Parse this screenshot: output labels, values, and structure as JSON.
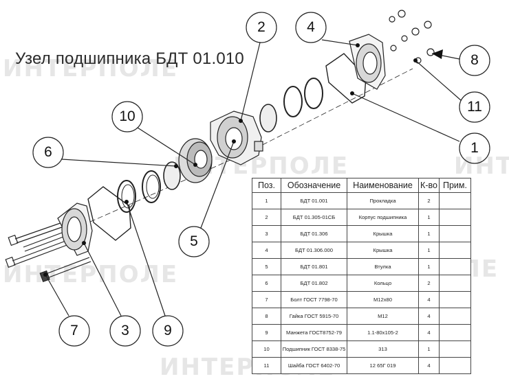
{
  "title": "Узел подшипника БДТ 01.010",
  "watermark": "ИНТЕРПОЛЕ",
  "callouts": [
    "2",
    "4",
    "8",
    "11",
    "10",
    "1",
    "6",
    "5",
    "7",
    "3",
    "9"
  ],
  "table": {
    "headers": [
      "Поз.",
      "Обозначение",
      "Наименование",
      "К-во",
      "Прим."
    ],
    "rows": [
      [
        "1",
        "БДТ 01.001",
        "Прокладка",
        "2",
        ""
      ],
      [
        "2",
        "БДТ 01.305-01СБ",
        "Корпус подшипника",
        "1",
        ""
      ],
      [
        "3",
        "БДТ 01.306",
        "Крышка",
        "1",
        ""
      ],
      [
        "4",
        "БДТ 01.306.000",
        "Крышка",
        "1",
        ""
      ],
      [
        "5",
        "БДТ 01.801",
        "Втулка",
        "1",
        ""
      ],
      [
        "6",
        "БДТ 01.802",
        "Кольцо",
        "2",
        ""
      ],
      [
        "7",
        "Болт ГОСТ 7798-70",
        "М12х80",
        "4",
        ""
      ],
      [
        "8",
        "Гайка ГОСТ 5915-70",
        "М12",
        "4",
        ""
      ],
      [
        "9",
        "Манжета ГОСТ8752-79",
        "1.1-80х105-2",
        "4",
        ""
      ],
      [
        "10",
        "Подшипник ГОСТ 8338-75",
        "313",
        "1",
        ""
      ],
      [
        "11",
        "Шайба ГОСТ 6402-70",
        "12 65Г 019",
        "4",
        ""
      ]
    ]
  }
}
